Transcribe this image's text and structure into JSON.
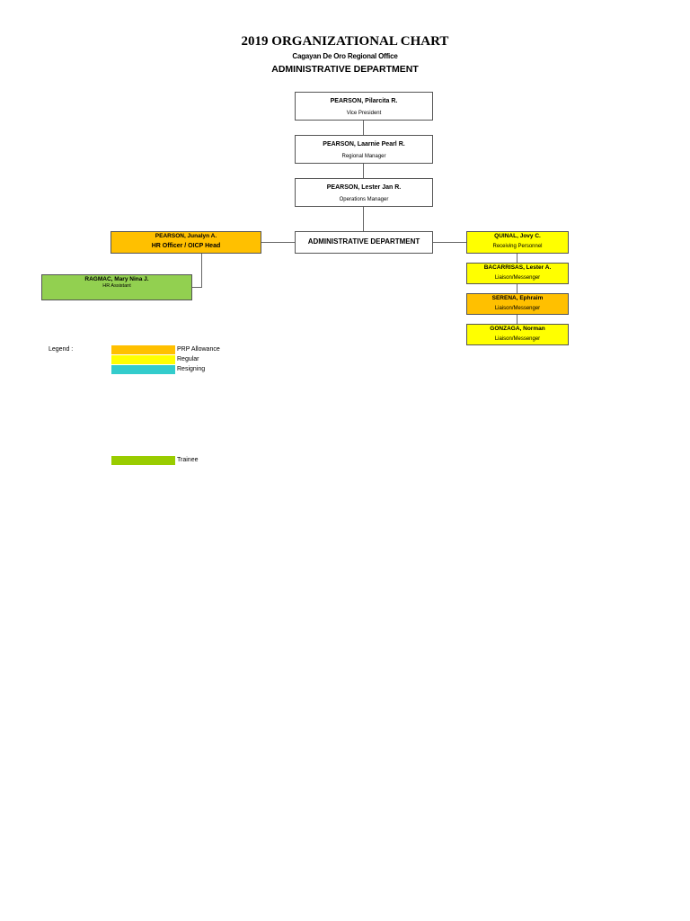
{
  "header": {
    "title": "2019 ORGANIZATIONAL CHART",
    "office": "Cagayan De Oro Regional Office",
    "department": "ADMINISTRATIVE DEPARTMENT"
  },
  "chain": [
    {
      "name": "PEARSON, Pilarcita R.",
      "role": "Vice President"
    },
    {
      "name": "PEARSON, Laarnie Pearl R.",
      "role": "Regional Manager"
    },
    {
      "name": "PEARSON, Lester Jan R.",
      "role": "Operations Manager"
    }
  ],
  "dept_box": {
    "label": "ADMINISTRATIVE DEPARTMENT"
  },
  "left_branch": [
    {
      "name": "PEARSON, Junalyn A.",
      "role": "HR Officer / OICP Head",
      "status": "PRP Allowance",
      "color": "#ffc000"
    },
    {
      "name": "RAGMAC, Mary Nina J.",
      "role": "HR Assistant",
      "status": "Trainee",
      "color": "#92d050"
    }
  ],
  "right_branch": [
    {
      "name": "QUINAL, Jovy C.",
      "role": "Receiving Personnel",
      "status": "Regular",
      "color": "#ffff00"
    },
    {
      "name": "BACARRISAS, Lester A.",
      "role": "Liaison/Messenger",
      "status": "Regular",
      "color": "#ffff00"
    },
    {
      "name": "SERENA, Ephraim",
      "role": "Liaison/Messenger",
      "status": "PRP Allowance",
      "color": "#ffc000"
    },
    {
      "name": "GONZAGA, Norman",
      "role": "Liaison/Messenger",
      "status": "Regular",
      "color": "#ffff00"
    }
  ],
  "legend": {
    "label": "Legend :",
    "items": [
      {
        "label": "PRP Allowance",
        "color": "#ffc000"
      },
      {
        "label": "Regular",
        "color": "#ffff00"
      },
      {
        "label": "Resigning",
        "color": "#33cccc"
      },
      {
        "label": "Trainee",
        "color": "#99cc00"
      }
    ]
  }
}
